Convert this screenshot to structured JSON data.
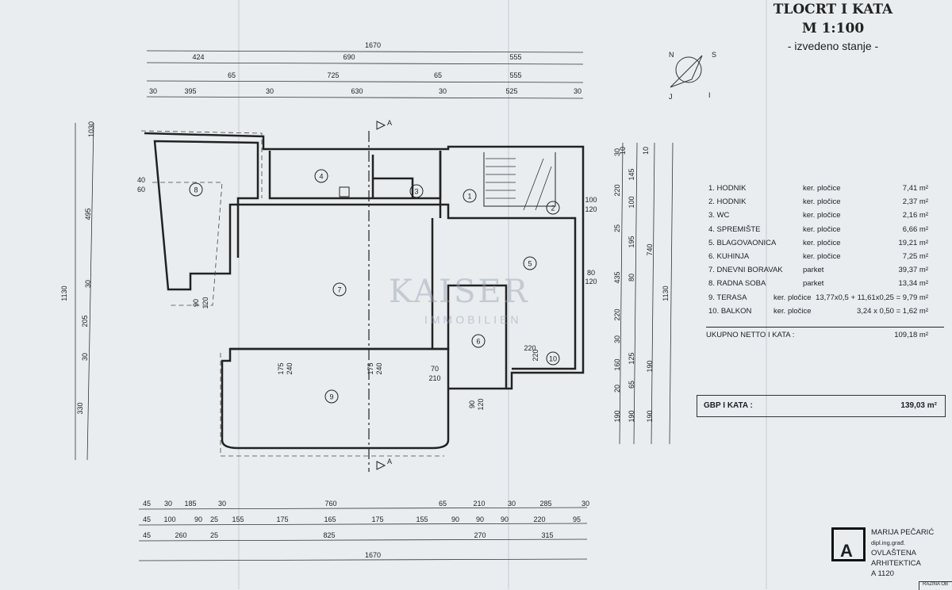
{
  "header": {
    "title_line1": "TLOCRT I KATA",
    "title_line2": "M 1:100",
    "subtitle": "- izvedeno stanje -"
  },
  "compass": {
    "letters": [
      "N",
      "S",
      "J",
      "I"
    ]
  },
  "section_marker": "A",
  "dimensions": {
    "top": [
      [
        "1670"
      ],
      [
        "424",
        "690",
        "555"
      ],
      [
        "65",
        "725",
        "65",
        "555"
      ],
      [
        "30",
        "395",
        "30",
        "630",
        "30",
        "525",
        "30"
      ]
    ],
    "bottom": [
      [
        "45",
        "30",
        "185",
        "30",
        "760",
        "65",
        "210",
        "30",
        "285",
        "30"
      ],
      [
        "45",
        "100",
        "90",
        "25",
        "155",
        "175",
        "165",
        "175",
        "155",
        "90",
        "90",
        "90",
        "220",
        "95"
      ],
      [
        "45",
        "260",
        "25",
        "825",
        "270",
        "315"
      ],
      [
        "1670"
      ]
    ],
    "left": [
      "30",
      "10",
      "495",
      "1130",
      "30",
      "205",
      "30",
      "330"
    ],
    "right": [
      "30",
      "10",
      "10",
      "220",
      "145",
      "100",
      "25",
      "195",
      "80",
      "435",
      "220",
      "30",
      "125",
      "160",
      "20",
      "65",
      "190",
      "190",
      "190",
      "740",
      "190",
      "1130"
    ],
    "openings": [
      "40",
      "60",
      "90",
      "120",
      "100",
      "120",
      "80",
      "120",
      "175",
      "240",
      "175",
      "240",
      "70",
      "210",
      "90",
      "120",
      "220",
      "220"
    ]
  },
  "rooms": [
    {
      "no": "1",
      "name": "1. HODNIK",
      "material": "ker. pločice",
      "area": "7,41 m²"
    },
    {
      "no": "2",
      "name": "2. HODNIK",
      "material": "ker. pločice",
      "area": "2,37 m²"
    },
    {
      "no": "3",
      "name": "3. WC",
      "material": "ker. pločice",
      "area": "2,16 m²"
    },
    {
      "no": "4",
      "name": "4. SPREMIŠTE",
      "material": "ker. pločice",
      "area": "6,66 m²"
    },
    {
      "no": "5",
      "name": "5. BLAGOVAONICA",
      "material": "ker. pločice",
      "area": "19,21 m²"
    },
    {
      "no": "6",
      "name": "6. KUHINJA",
      "material": "ker. pločice",
      "area": "7,25 m²"
    },
    {
      "no": "7",
      "name": "7. DNEVNI BORAVAK",
      "material": "parket",
      "area": "39,37 m²"
    },
    {
      "no": "8",
      "name": "8. RADNA SOBA",
      "material": "parket",
      "area": "13,34 m²"
    },
    {
      "no": "9",
      "name": "9. TERASA",
      "material": "ker. pločice",
      "area": "13,77x0,5 + 11,61x0,25 = 9,79 m²"
    },
    {
      "no": "10",
      "name": "10. BALKON",
      "material": "ker. pločice",
      "area": "3,24 x 0,50 = 1,62 m²"
    }
  ],
  "total": {
    "label": "UKUPNO NETTO  I KATA :",
    "value": "109,18 m²"
  },
  "gbp": {
    "label": "GBP I KATA :",
    "value": "139,03 m²"
  },
  "architect": {
    "name": "MARIJA PEČARIĆ",
    "degree": "dipl.ing.građ.",
    "title": "OVLAŠTENA ARHITEKTICA",
    "license": "A 1120",
    "stamp_letter": "A"
  },
  "corner_label": "RAZINA OB",
  "watermark": {
    "brand": "KAISER",
    "sub": "IMMOBILIEN"
  }
}
